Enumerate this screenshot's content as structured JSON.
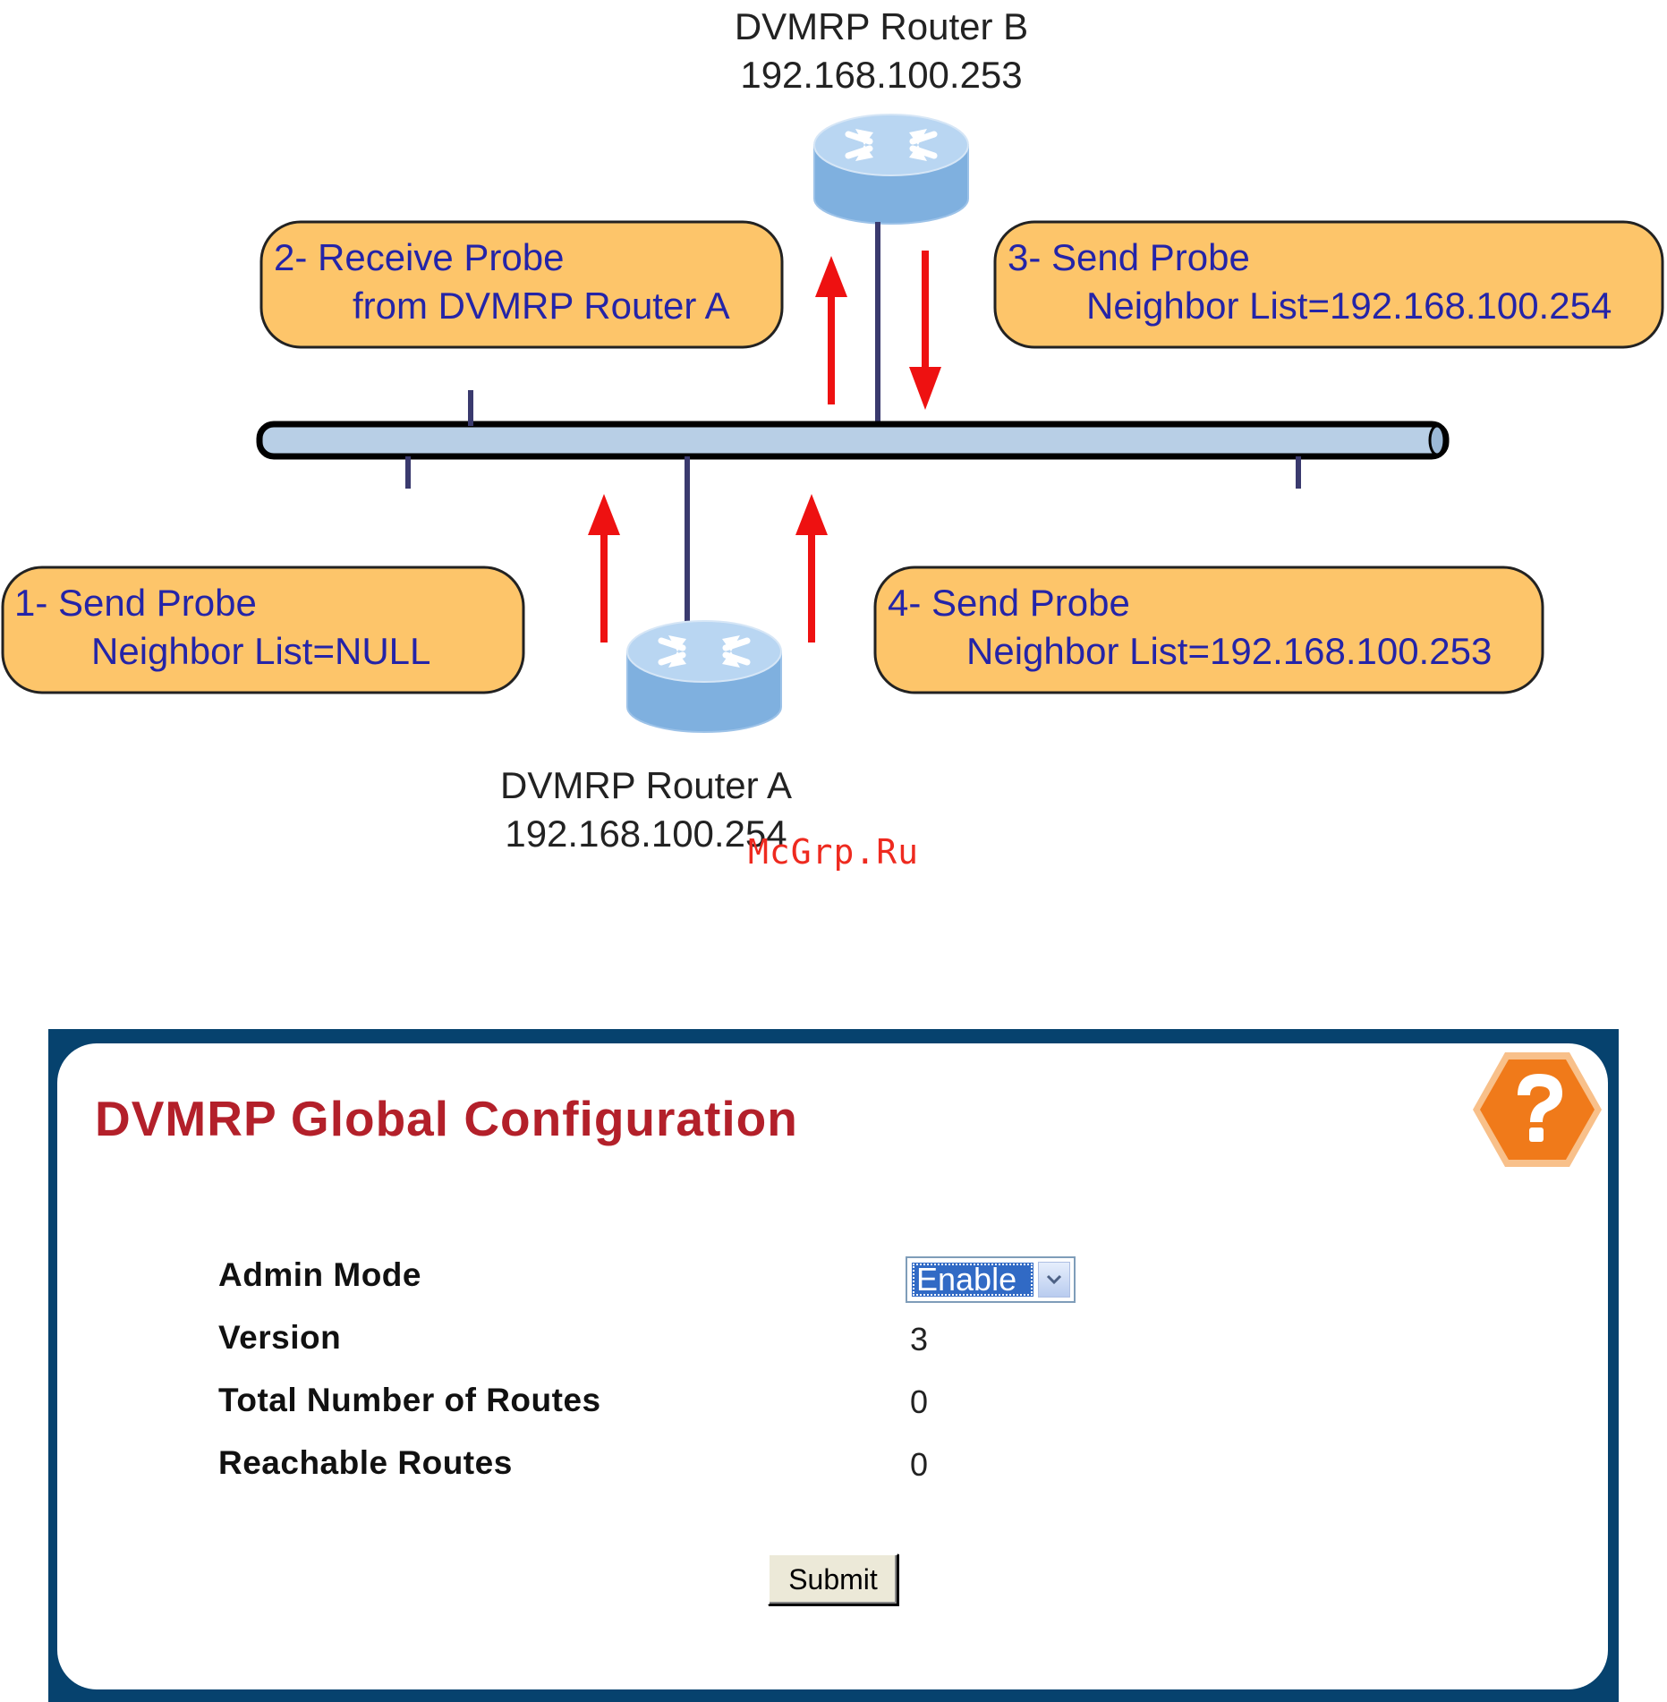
{
  "diagram": {
    "router_b": {
      "name": "DVMRP Router B",
      "ip": "192.168.100.253"
    },
    "router_a": {
      "name": "DVMRP Router A",
      "ip": "192.168.100.254"
    },
    "steps": [
      {
        "line1": "1- Send Probe",
        "line2": "Neighbor List=NULL"
      },
      {
        "line1": "2- Receive Probe",
        "line2": "from DVMRP Router A"
      },
      {
        "line1": "3- Send Probe",
        "line2": "Neighbor List=192.168.100.254"
      },
      {
        "line1": "4- Send Probe",
        "line2": "Neighbor List=192.168.100.253"
      }
    ],
    "colors": {
      "callout_fill": "#fdc56a",
      "callout_text": "#2424a8",
      "arrow": "#ee1111",
      "bus_fill": "#b8cfe6",
      "router_top": "#b9d6f2",
      "router_side": "#7fb0df"
    },
    "watermark": "McGrp.Ru"
  },
  "config": {
    "title": "DVMRP Global Configuration",
    "help_icon": "help-icon",
    "fields": {
      "admin_mode": {
        "label": "Admin Mode",
        "value": "Enable"
      },
      "version": {
        "label": "Version",
        "value": "3"
      },
      "total_routes": {
        "label": "Total Number of Routes",
        "value": "0"
      },
      "reachable_routes": {
        "label": "Reachable Routes",
        "value": "0"
      }
    },
    "submit_label": "Submit",
    "colors": {
      "frame": "#06426e",
      "title": "#b3202a",
      "help_orange": "#f07a1a",
      "select_highlight": "#316ac5"
    }
  }
}
